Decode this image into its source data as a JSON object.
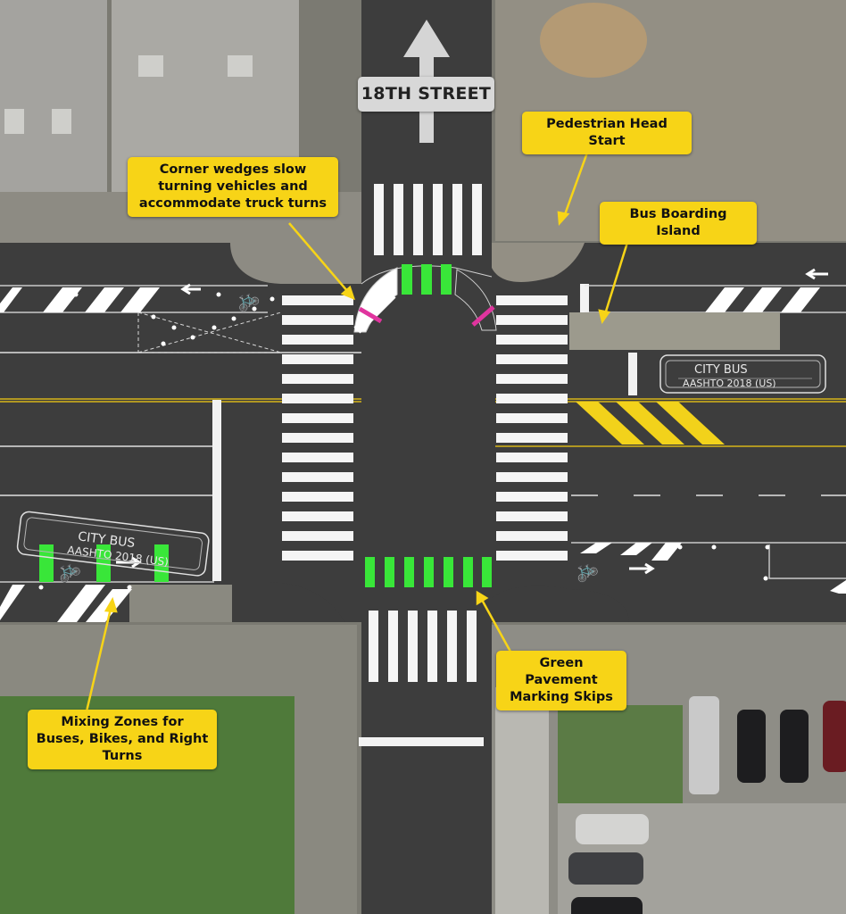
{
  "street_sign": "18TH STREET",
  "callouts": {
    "pedestrian_head_start": "Pedestrian Head Start",
    "corner_wedges": "Corner wedges slow turning vehicles and accommodate truck turns",
    "bus_boarding_island": "Bus Boarding Island",
    "mixing_zones": "Mixing Zones for Buses, Bikes, and Right Turns",
    "green_pavement": "Green Pavement Marking Skips"
  },
  "bus_labels": {
    "name": "CITY BUS",
    "spec": "AASHTO 2018 (US)"
  },
  "colors": {
    "road": "#3d3d3d",
    "callout": "#f7d417",
    "green_marking": "#39e639",
    "magenta_marking": "#e0349e",
    "yellow_hatch": "#f2d21b",
    "island": "#9c9a8d"
  }
}
